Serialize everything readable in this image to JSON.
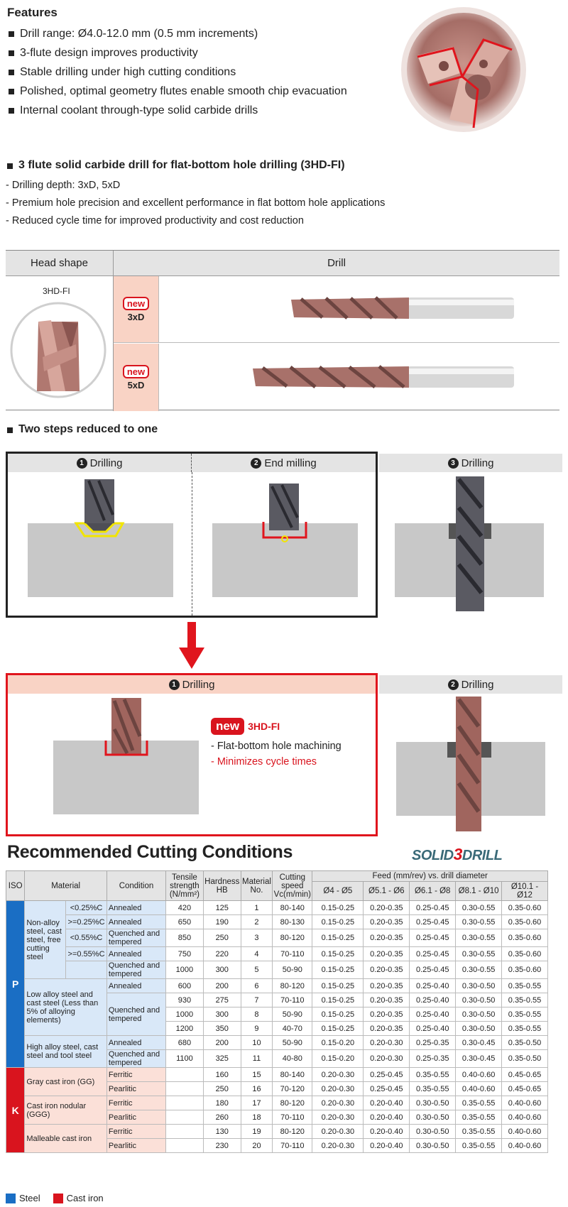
{
  "features": {
    "title": "Features",
    "items": [
      "Drill range: Ø4.0-12.0 mm (0.5 mm increments)",
      "3-flute design improves productivity",
      "Stable drilling under high cutting conditions",
      "Polished, optimal geometry flutes enable smooth chip evacuation",
      "Internal coolant through-type solid carbide drills"
    ]
  },
  "product": {
    "title": "3 flute solid carbide drill for flat-bottom hole drilling (3HD-FI)",
    "items": [
      "- Drilling depth: 3xD, 5xD",
      "- Premium hole precision and excellent performance in flat bottom hole applications",
      "- Reduced cycle time for improved productivity and cost reduction"
    ]
  },
  "head_table": {
    "col1": "Head shape",
    "col2": "Drill",
    "shape_label": "3HD-FI",
    "new": "new",
    "rows": [
      "3xD",
      "5xD"
    ]
  },
  "steps": {
    "title": "Two steps reduced to one",
    "before": [
      {
        "num": "1",
        "label": "Drilling"
      },
      {
        "num": "2",
        "label": "End milling"
      },
      {
        "num": "3",
        "label": "Drilling"
      }
    ],
    "after": [
      {
        "num": "1",
        "label": "Drilling"
      },
      {
        "num": "2",
        "label": "Drilling"
      }
    ],
    "note": {
      "new": "new",
      "product": "3HD-FI",
      "line1": "- Flat-bottom hole machining",
      "line2": "- Minimizes cycle times"
    }
  },
  "cutting": {
    "title": "Recommended Cutting Conditions",
    "brand_a": "SOLID",
    "brand_num": "3",
    "brand_b": "DRILL",
    "headers": {
      "iso": "ISO",
      "material": "Material",
      "condition": "Condition",
      "tensile": "Tensile strength (N/mm²)",
      "hardness": "Hardness HB",
      "matno": "Material No.",
      "speed": "Cutting speed Vc(m/min)",
      "feed": "Feed (mm/rev) vs. drill diameter",
      "diameters": [
        "Ø4 - Ø5",
        "Ø5.1 - Ø6",
        "Ø6.1 - Ø8",
        "Ø8.1 - Ø10",
        "Ø10.1 - Ø12"
      ]
    },
    "iso_p": "P",
    "iso_k": "K",
    "groups": {
      "nonalloy": "Non-alloy steel, cast steel, free cutting steel",
      "lowalloy": "Low alloy steel and cast steel (Less than 5% of alloying elements)",
      "highalloy": "High alloy steel, cast steel and tool steel",
      "gray": "Gray cast iron (GG)",
      "nodular": "Cast iron nodular (GGG)",
      "malleable": "Malleable cast iron"
    },
    "rows": [
      {
        "sub": "<0.25%C",
        "cond": "Annealed",
        "ts": "420",
        "hb": "125",
        "no": "1",
        "vc": "80-140",
        "f": [
          "0.15-0.25",
          "0.20-0.35",
          "0.25-0.45",
          "0.30-0.55",
          "0.35-0.60"
        ]
      },
      {
        "sub": ">=0.25%C",
        "cond": "Annealed",
        "ts": "650",
        "hb": "190",
        "no": "2",
        "vc": "80-130",
        "f": [
          "0.15-0.25",
          "0.20-0.35",
          "0.25-0.45",
          "0.30-0.55",
          "0.35-0.60"
        ]
      },
      {
        "sub": "<0.55%C",
        "cond": "Quenched and tempered",
        "ts": "850",
        "hb": "250",
        "no": "3",
        "vc": "80-120",
        "f": [
          "0.15-0.25",
          "0.20-0.35",
          "0.25-0.45",
          "0.30-0.55",
          "0.35-0.60"
        ]
      },
      {
        "sub": ">=0.55%C",
        "cond": "Annealed",
        "ts": "750",
        "hb": "220",
        "no": "4",
        "vc": "70-110",
        "f": [
          "0.15-0.25",
          "0.20-0.35",
          "0.25-0.45",
          "0.30-0.55",
          "0.35-0.60"
        ]
      },
      {
        "sub": "",
        "cond": "Quenched and tempered",
        "ts": "1000",
        "hb": "300",
        "no": "5",
        "vc": "50-90",
        "f": [
          "0.15-0.25",
          "0.20-0.35",
          "0.25-0.45",
          "0.30-0.55",
          "0.35-0.60"
        ]
      },
      {
        "cond": "Annealed",
        "ts": "600",
        "hb": "200",
        "no": "6",
        "vc": "80-120",
        "f": [
          "0.15-0.25",
          "0.20-0.35",
          "0.25-0.40",
          "0.30-0.50",
          "0.35-0.55"
        ]
      },
      {
        "cond": "Quenched and tempered",
        "ts": "930",
        "hb": "275",
        "no": "7",
        "vc": "70-110",
        "f": [
          "0.15-0.25",
          "0.20-0.35",
          "0.25-0.40",
          "0.30-0.50",
          "0.35-0.55"
        ]
      },
      {
        "cond": "",
        "ts": "1000",
        "hb": "300",
        "no": "8",
        "vc": "50-90",
        "f": [
          "0.15-0.25",
          "0.20-0.35",
          "0.25-0.40",
          "0.30-0.50",
          "0.35-0.55"
        ]
      },
      {
        "cond": "",
        "ts": "1200",
        "hb": "350",
        "no": "9",
        "vc": "40-70",
        "f": [
          "0.15-0.25",
          "0.20-0.35",
          "0.25-0.40",
          "0.30-0.50",
          "0.35-0.55"
        ]
      },
      {
        "cond": "Annealed",
        "ts": "680",
        "hb": "200",
        "no": "10",
        "vc": "50-90",
        "f": [
          "0.15-0.20",
          "0.20-0.30",
          "0.25-0.35",
          "0.30-0.45",
          "0.35-0.50"
        ]
      },
      {
        "cond": "Quenched and tempered",
        "ts": "1100",
        "hb": "325",
        "no": "11",
        "vc": "40-80",
        "f": [
          "0.15-0.20",
          "0.20-0.30",
          "0.25-0.35",
          "0.30-0.45",
          "0.35-0.50"
        ]
      },
      {
        "cond": "Ferritic",
        "ts": "",
        "hb": "160",
        "no": "15",
        "vc": "80-140",
        "f": [
          "0.20-0.30",
          "0.25-0.45",
          "0.35-0.55",
          "0.40-0.60",
          "0.45-0.65"
        ]
      },
      {
        "cond": "Pearlitic",
        "ts": "",
        "hb": "250",
        "no": "16",
        "vc": "70-120",
        "f": [
          "0.20-0.30",
          "0.25-0.45",
          "0.35-0.55",
          "0.40-0.60",
          "0.45-0.65"
        ]
      },
      {
        "cond": "Ferritic",
        "ts": "",
        "hb": "180",
        "no": "17",
        "vc": "80-120",
        "f": [
          "0.20-0.30",
          "0.20-0.40",
          "0.30-0.50",
          "0.35-0.55",
          "0.40-0.60"
        ]
      },
      {
        "cond": "Pearlitic",
        "ts": "",
        "hb": "260",
        "no": "18",
        "vc": "70-110",
        "f": [
          "0.20-0.30",
          "0.20-0.40",
          "0.30-0.50",
          "0.35-0.55",
          "0.40-0.60"
        ]
      },
      {
        "cond": "Ferritic",
        "ts": "",
        "hb": "130",
        "no": "19",
        "vc": "80-120",
        "f": [
          "0.20-0.30",
          "0.20-0.40",
          "0.30-0.50",
          "0.35-0.55",
          "0.40-0.60"
        ]
      },
      {
        "cond": "Pearlitic",
        "ts": "",
        "hb": "230",
        "no": "20",
        "vc": "70-110",
        "f": [
          "0.20-0.30",
          "0.20-0.40",
          "0.30-0.50",
          "0.35-0.55",
          "0.40-0.60"
        ]
      }
    ],
    "legend": {
      "steel": "Steel",
      "cast": "Cast iron",
      "steel_color": "#1a6ec4",
      "cast_color": "#d9141e"
    }
  }
}
